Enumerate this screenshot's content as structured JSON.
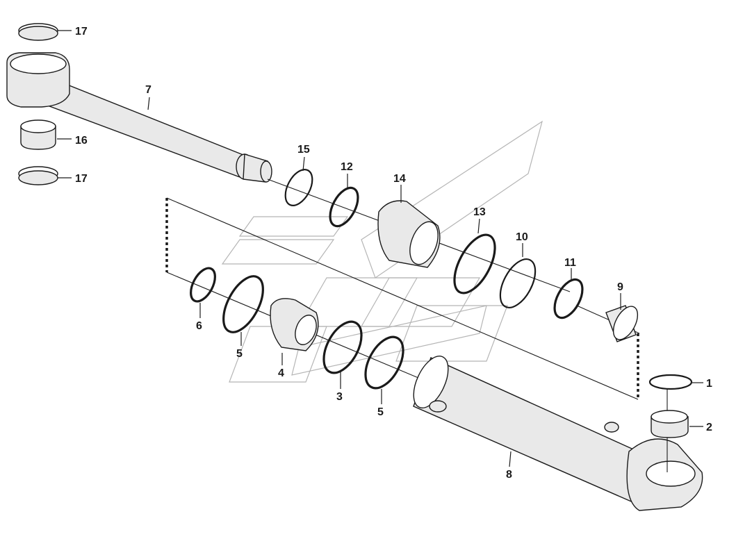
{
  "callouts": [
    {
      "id": "c17a",
      "label": "17"
    },
    {
      "id": "c16",
      "label": "16"
    },
    {
      "id": "c17b",
      "label": "17"
    },
    {
      "id": "c7",
      "label": "7"
    },
    {
      "id": "c15",
      "label": "15"
    },
    {
      "id": "c12",
      "label": "12"
    },
    {
      "id": "c14",
      "label": "14"
    },
    {
      "id": "c13",
      "label": "13"
    },
    {
      "id": "c10",
      "label": "10"
    },
    {
      "id": "c11",
      "label": "11"
    },
    {
      "id": "c9",
      "label": "9"
    },
    {
      "id": "c6",
      "label": "6"
    },
    {
      "id": "c5a",
      "label": "5"
    },
    {
      "id": "c4",
      "label": "4"
    },
    {
      "id": "c3",
      "label": "3"
    },
    {
      "id": "c5b",
      "label": "5"
    },
    {
      "id": "c1",
      "label": "1"
    },
    {
      "id": "c2",
      "label": "2"
    },
    {
      "id": "c8",
      "label": "8"
    }
  ]
}
